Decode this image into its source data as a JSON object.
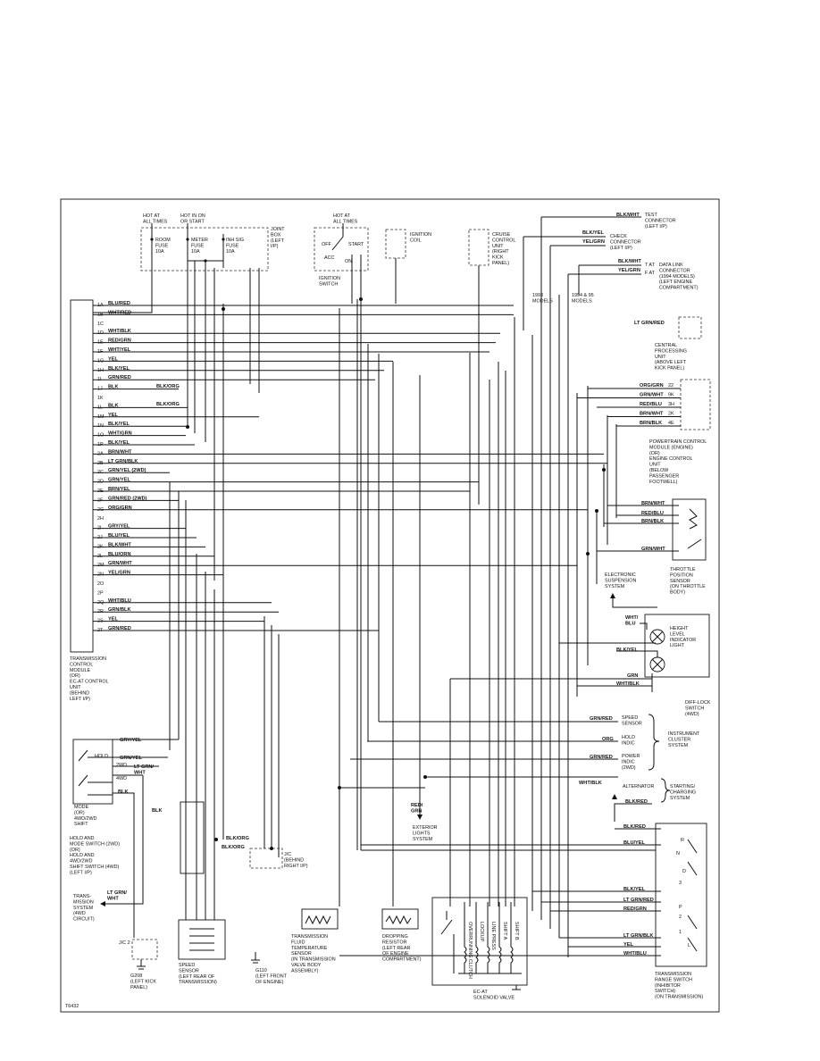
{
  "figure_id": "T6432",
  "top": {
    "hot_at_all_times_a": "HOT AT\nALL TIMES",
    "hot_in_on_or_start": "HOT IN ON\nOR START",
    "joint_box": "JOINT\nBOX\n(LEFT\nI/P)",
    "room_fuse": "ROOM\nFUSE\n10A",
    "meter_fuse": "METER\nFUSE\n10A",
    "inh_sig_fuse": "INH SIG\nFUSE\n10A",
    "hot_at_all_times_b": "HOT AT\nALL TIMES",
    "ignition_switch": "IGNITION\nSWITCH",
    "off": "OFF",
    "start": "START",
    "acc": "ACC",
    "on": "ON",
    "ignition_coil": "IGNITION\nCOIL",
    "cruise_unit": "CRUISE\nCONTROL\nUNIT\n(RIGHT\nKICK\nPANEL)",
    "test_connector": "TEST\nCONNECTOR\n(LEFT I/P)",
    "check_connector": "CHECK\nCONNECTOR\n(LEFT I/P)",
    "data_link": "DATA LINK\nCONNECTOR\n(1994 MODELS)\n(LEFT ENGINE\nCOMPARTMENT)",
    "models_1993": "1993\nMODELS",
    "models_1994_95": "1994 & 95\nMODELS",
    "cpu": "CENTRAL\nPROCESSING\nUNIT\n(ABOVE LEFT\nKICK PANEL)",
    "pcm": "POWERTRAIN CONTROL\nMODULE (ENGINE)\n(OR)\nENGINE CONTROL\nUNIT\n(BELOW\nPASSENGER\nFOOTWELL)",
    "tps": "THROTTLE\nPOSITION\nSENSOR\n(ON THROTTLE\nBODY)",
    "esus": "ELECTRONIC\nSUSPENSION\nSYSTEM",
    "height_light": "HEIGHT\nLEVEL\nINDICATOR\nLIGHT",
    "diff_lock": "DIFF-LOCK\nSWITCH\n(4WD)",
    "cluster": "INSTRUMENT\nCLUSTER\nSYSTEM",
    "speed_sensor_cluster": "SPEED\nSENSOR",
    "hold_indic": "HOLD\nINDIC",
    "power_indic": "POWER\nINDIC\n(2WD)",
    "alternator": "ALTERNATOR",
    "starting": "STARTING/\nCHARGING\nSYSTEM",
    "exterior_lights": "EXTERIOR\nLIGHTS\nSYSTEM",
    "trans_range": "TRANSMISSION\nRANGE SWITCH\n(INHIBITOR\nSWITCH)\n(ON TRANSMISSION)",
    "solenoid": "EC-AT\nSOLENOID VALVE",
    "dropping_resistor": "DROPPING\nRESISTOR\n(LEFT REAR\nOF ENGINE\nCOMPARTMENT)",
    "fluid_temp": "TRANSMISSION\nFLUID\nTEMPERATURE\nSENSOR\n(IN TRANSMISSION\nVALVE BODY\nASSEMBLY)",
    "speed_sensor": "SPEED\nSENSOR\n(LEFT REAR OF\nTRANSMISSION)",
    "g110": "G110\n(LEFT FRONT\nOF ENGINE)",
    "g208": "G208\n(LEFT KICK\nPANEL)",
    "jc2": "J/C 2",
    "jc": "J/C\n(BEHIND\nRIGHT I/P)",
    "tcm": "TRANSMISSION\nCONTROL\nMODULE\n(OR)\nEC-AT CONTROL\nUNIT\n(BEHIND\nLEFT I/P)",
    "hold_switch": "MODE\n(OR)\n4WD/2WD\nSHIFT",
    "hold_switch_desc": "HOLD AND\nMODE SWITCH  (2WD)\n(OR)\nHOLD AND\n4WD/2WD\nSHIFT SWITCH    (4WD)\n(LEFT I/P)",
    "trans_mission": "TRANS-\nMISSION\nSYSTEM\n(4WD\nCIRCUIT)",
    "hold": "HOLD",
    "2wd": "2WD",
    "4wd": "4WD",
    "tat": "T AT",
    "fat": "F AT",
    "solenoid_cols": [
      "OVERRUNNING\nCLUTCH",
      "LOCKUP",
      "LINE PRESS",
      "SHIFT A",
      "SHIFT B"
    ],
    "range_letters": [
      "R",
      "N",
      "D",
      "3",
      "2",
      "1",
      "L",
      "P"
    ]
  },
  "tcm_pins": [
    {
      "pin": "1A",
      "wire": "BLU/RED"
    },
    {
      "pin": "1B",
      "wire": "WHT/RED"
    },
    {
      "pin": "1C",
      "wire": ""
    },
    {
      "pin": "1D",
      "wire": "WHT/BLK"
    },
    {
      "pin": "1E",
      "wire": "RED/GRN"
    },
    {
      "pin": "1F",
      "wire": "WHT/YEL"
    },
    {
      "pin": "1G",
      "wire": "YEL"
    },
    {
      "pin": "1H",
      "wire": "BLK/YEL"
    },
    {
      "pin": "1I",
      "wire": "GRN/RED"
    },
    {
      "pin": "1J",
      "wire": "BLK"
    },
    {
      "pin": "1K",
      "wire": ""
    },
    {
      "pin": "1L",
      "wire": "BLK"
    },
    {
      "pin": "1M",
      "wire": "YEL"
    },
    {
      "pin": "1N",
      "wire": "BLK/YEL"
    },
    {
      "pin": "1O",
      "wire": "WHT/GRN"
    },
    {
      "pin": "1P",
      "wire": "BLK/YEL"
    },
    {
      "pin": "2A",
      "wire": "BRN/WHT"
    },
    {
      "pin": "2B",
      "wire": "LT GRN/BLK"
    },
    {
      "pin": "2C",
      "wire": "GRN/YEL   (2WD)"
    },
    {
      "pin": "2D",
      "wire": "GRN/YEL"
    },
    {
      "pin": "2E",
      "wire": "BRN/YEL"
    },
    {
      "pin": "2F",
      "wire": "GRN/RED   (2WD)"
    },
    {
      "pin": "2G",
      "wire": "ORG/GRN"
    },
    {
      "pin": "2H",
      "wire": ""
    },
    {
      "pin": "2I",
      "wire": "GRY/YEL"
    },
    {
      "pin": "2J",
      "wire": "BLU/YEL"
    },
    {
      "pin": "2K",
      "wire": "BLK/WHT"
    },
    {
      "pin": "2L",
      "wire": "BLU/ORN"
    },
    {
      "pin": "2M",
      "wire": "GRN/WHT"
    },
    {
      "pin": "2N",
      "wire": "YEL/GRN"
    },
    {
      "pin": "2O",
      "wire": ""
    },
    {
      "pin": "2P",
      "wire": ""
    },
    {
      "pin": "2Q",
      "wire": "WHT/BLU"
    },
    {
      "pin": "2R",
      "wire": "GRN/BLK"
    },
    {
      "pin": "2S",
      "wire": "YEL"
    },
    {
      "pin": "2T",
      "wire": "GRN/RED"
    }
  ],
  "pcm_pins": [
    {
      "wire": "ORG/GRN",
      "pin": "22"
    },
    {
      "wire": "GRN/WHT",
      "pin": "9K"
    },
    {
      "wire": "RED/BLU",
      "pin": "3H"
    },
    {
      "wire": "BRN/WHT",
      "pin": "2K"
    },
    {
      "wire": "BRN/BLK",
      "pin": "4E"
    }
  ],
  "tps_wires": [
    "BRN/WHT",
    "RED/BLU",
    "BRN/BLK",
    "GRN/WHT"
  ],
  "misc_wires": {
    "blk_org_a": "BLK/ORG",
    "blk_org_b": "BLK/ORG",
    "lt_grn_red": "LT GRN/RED",
    "blk_wht_test": "BLK/WHT",
    "blk_yel_check": "BLK/YEL",
    "yel_grn_check": "YEL/GRN",
    "blk_wht_dl": "BLK/WHT",
    "yel_grn_dl": "YEL/GRN",
    "wht_blu_height": "WHT/\nBLU",
    "blk_yel_height": "BLK/YEL",
    "grn_diff": "GRN",
    "wht_blk_diff": "WHT/BLK",
    "grn_red_speed": "GRN/RED",
    "org_hold": "ORG",
    "grn_red_power": "GRN/RED",
    "wht_blk_alt": "WHT/BLK",
    "blk_red": "BLK/RED",
    "blk_red_2": "BLK/RED",
    "blk_yel_r": "BLK/YEL",
    "blu_yel_r": "BLU/YEL",
    "lt_grn_red_r": "LT GRN/RED",
    "red_grn_r": "RED/GRN",
    "lt_grn_blk_r": "LT GRN/BLK",
    "yel_r": "YEL",
    "wht_blu_r": "WHT/BLU",
    "gry_yel_mode": "GRY/YEL",
    "grn_yel_mode": "GRN/YEL",
    "lt_grn_wht_mode": "LT GRN/\nWHT",
    "blk_mode": "BLK",
    "blk_mode2": "BLK",
    "lt_grn_wht_trans": "LT GRN/\nWHT",
    "red_grn_ext": "RED/\nGRN"
  }
}
